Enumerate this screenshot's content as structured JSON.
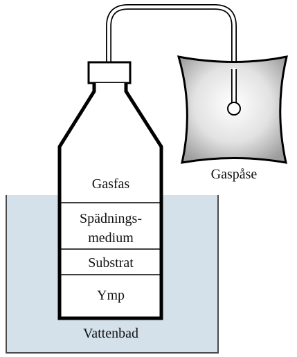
{
  "diagram": {
    "bottle_layers": {
      "gas_phase": "Gasfas",
      "dilution_medium_line1": "Spädnings-",
      "dilution_medium_line2": "medium",
      "substrate": "Substrat",
      "inoculum": "Ymp"
    },
    "water_bath_label": "Vattenbad",
    "gas_bag_label": "Gaspåse"
  },
  "colors": {
    "water": "#d4e1ea",
    "water_edge": "#4a4a4a",
    "outline": "#000000",
    "bottle_fill": "#ffffff",
    "bag_fill_light": "#ffffff",
    "bag_fill_dark": "#a6a6a6"
  }
}
